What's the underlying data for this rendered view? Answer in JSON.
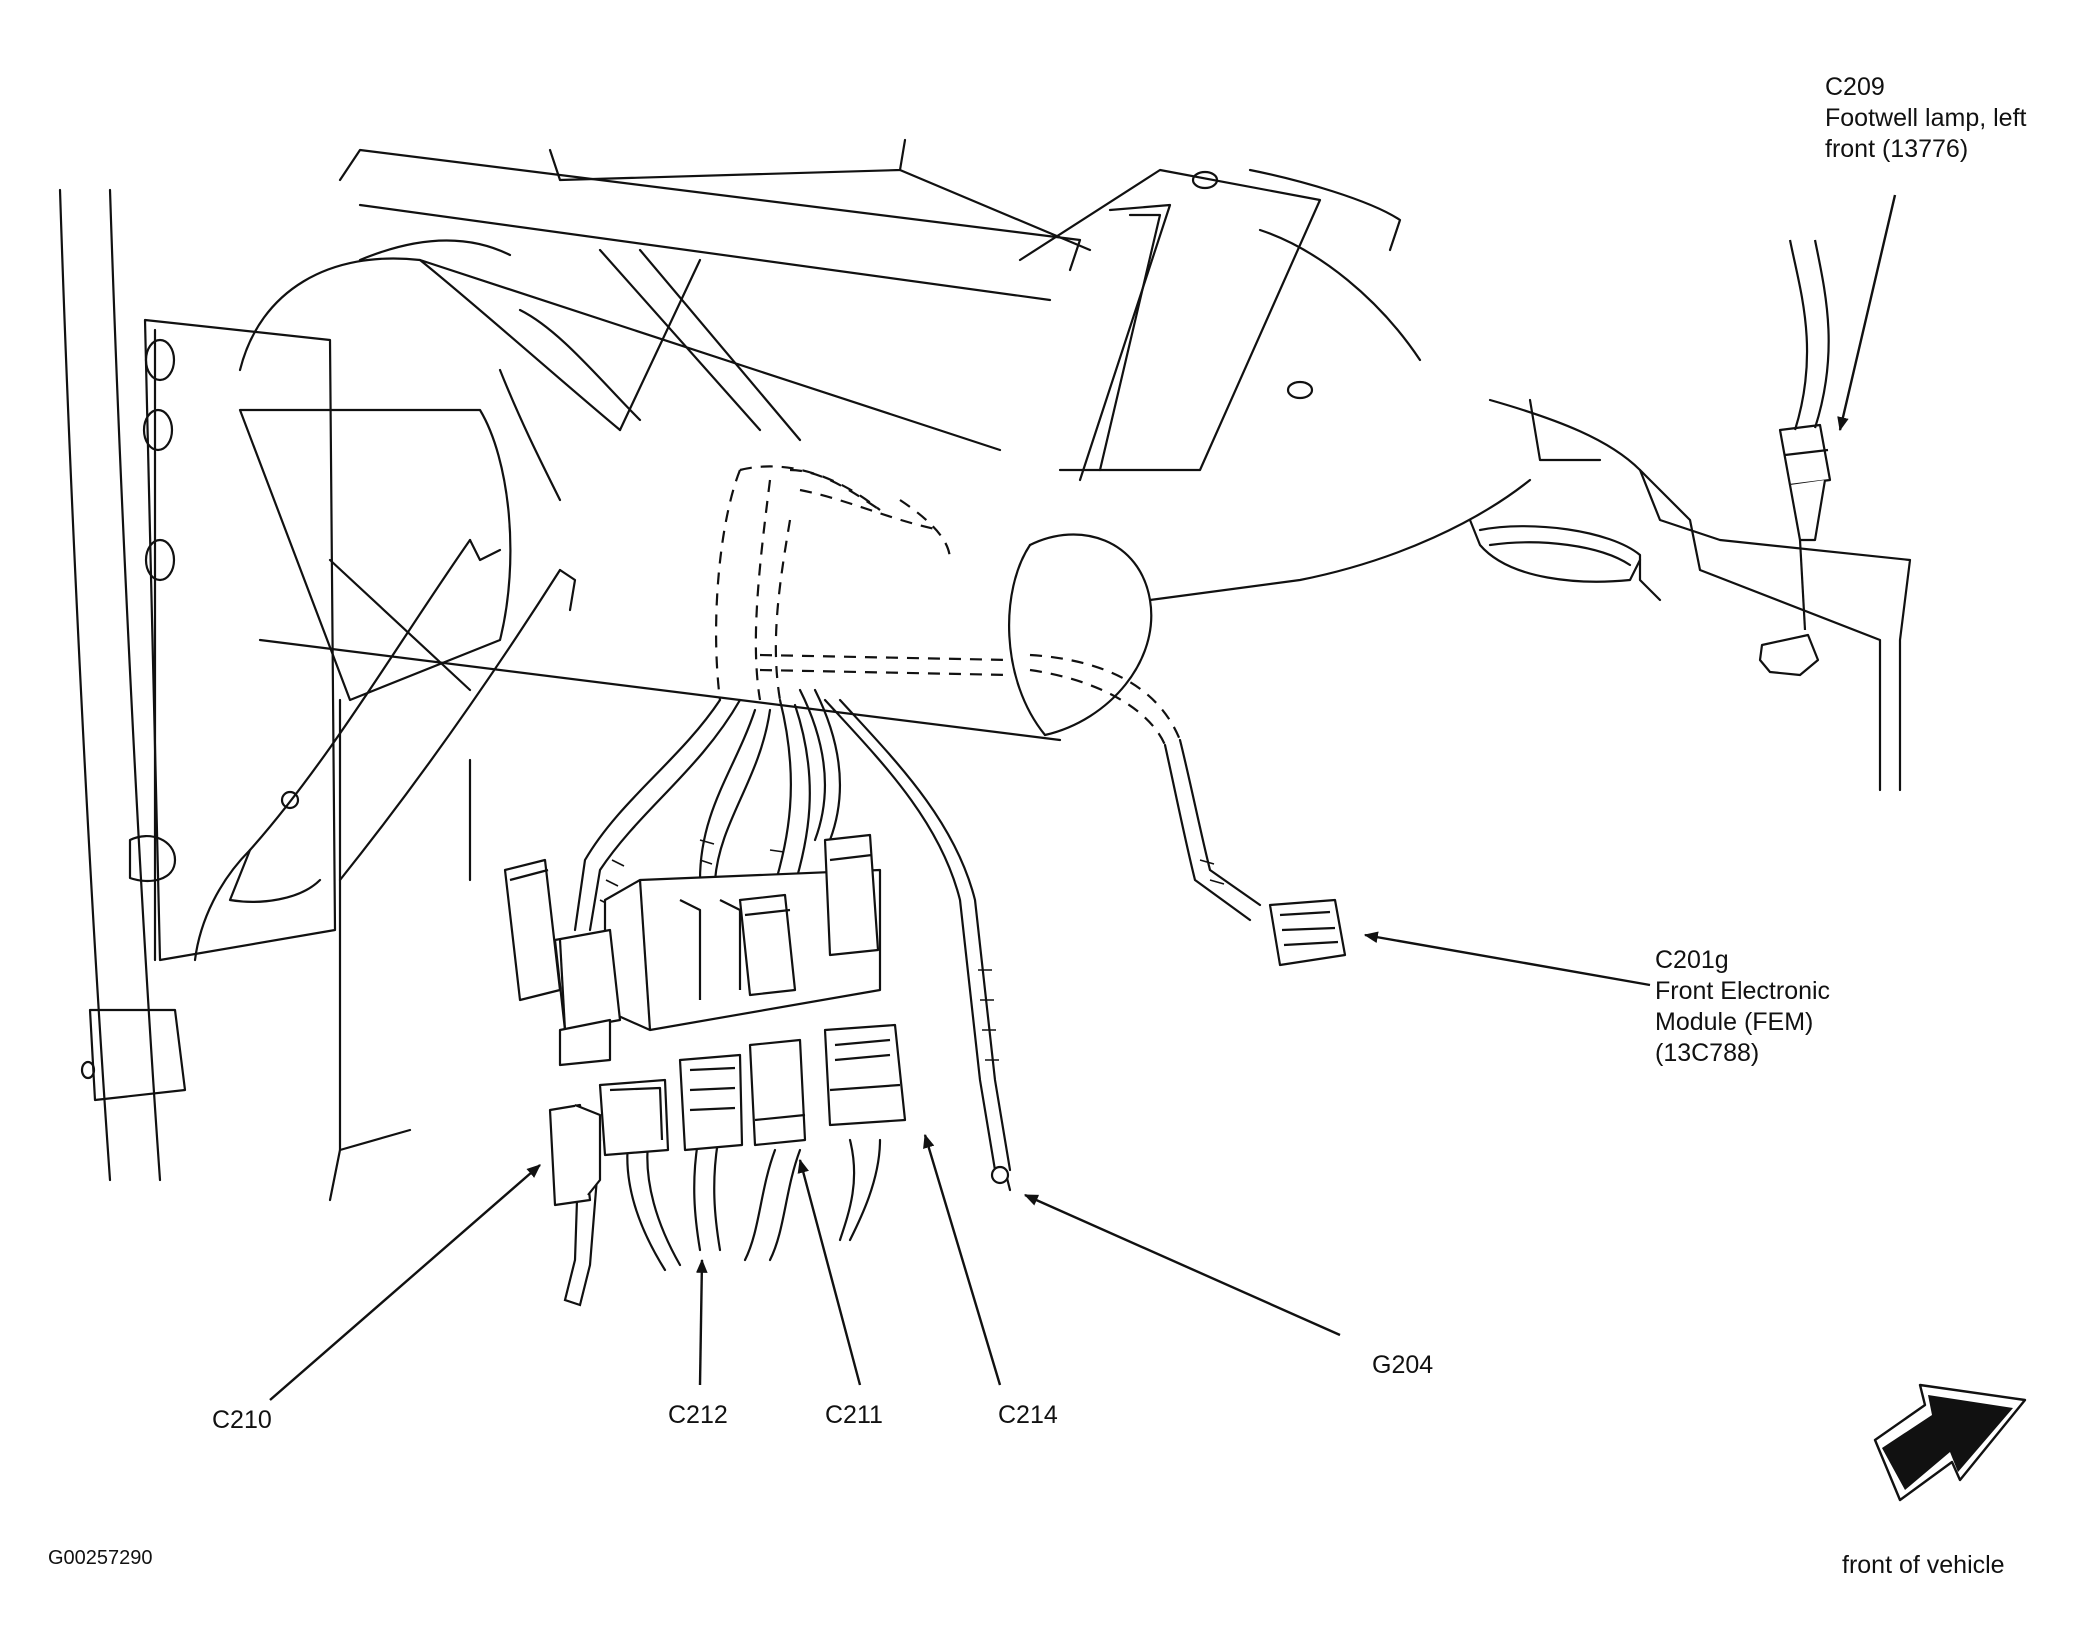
{
  "figure_id": "G00257290",
  "orientation_label": "front of vehicle",
  "callouts": {
    "c209": {
      "id": "C209",
      "lines": [
        "Footwell lamp, left",
        "front (13776)"
      ]
    },
    "c201g": {
      "id": "C201g",
      "lines": [
        "Front Electronic",
        "Module (FEM)",
        "(13C788)"
      ]
    },
    "g204": {
      "id": "G204"
    },
    "c210": {
      "id": "C210"
    },
    "c212": {
      "id": "C212"
    },
    "c211": {
      "id": "C211"
    },
    "c214": {
      "id": "C214"
    }
  },
  "colors": {
    "ink": "#111111",
    "paper": "#ffffff"
  },
  "icons": [
    "front-of-vehicle-arrow-icon"
  ]
}
